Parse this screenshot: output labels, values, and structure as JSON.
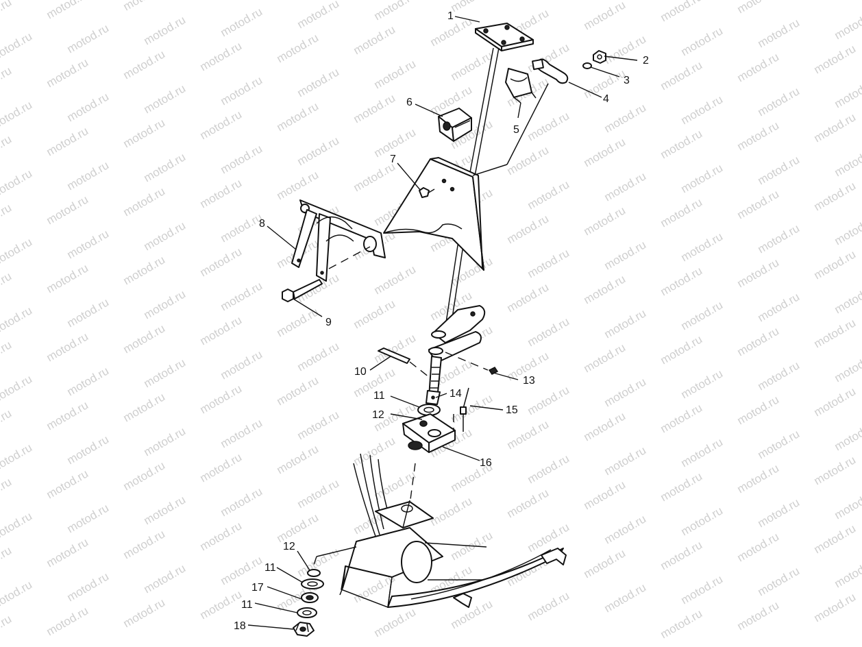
{
  "watermark": "motod.ru",
  "callouts": [
    {
      "id": "c1",
      "text": "1"
    },
    {
      "id": "c2",
      "text": "2"
    },
    {
      "id": "c3",
      "text": "3"
    },
    {
      "id": "c4",
      "text": "4"
    },
    {
      "id": "c5",
      "text": "5"
    },
    {
      "id": "c6",
      "text": "6"
    },
    {
      "id": "c7",
      "text": "7"
    },
    {
      "id": "c8",
      "text": "8"
    },
    {
      "id": "c9",
      "text": "9"
    },
    {
      "id": "c10",
      "text": "10"
    },
    {
      "id": "c11a",
      "text": "11"
    },
    {
      "id": "c12a",
      "text": "12"
    },
    {
      "id": "c13",
      "text": "13"
    },
    {
      "id": "c14",
      "text": "14"
    },
    {
      "id": "c15",
      "text": "15"
    },
    {
      "id": "c16",
      "text": "16"
    },
    {
      "id": "c12b",
      "text": "12"
    },
    {
      "id": "c11b",
      "text": "11"
    },
    {
      "id": "c17",
      "text": "17"
    },
    {
      "id": "c11c",
      "text": "11"
    },
    {
      "id": "c18",
      "text": "18"
    }
  ],
  "colors": {
    "line": "#111111",
    "background": "#ffffff",
    "watermark": "#cfcfcf"
  }
}
